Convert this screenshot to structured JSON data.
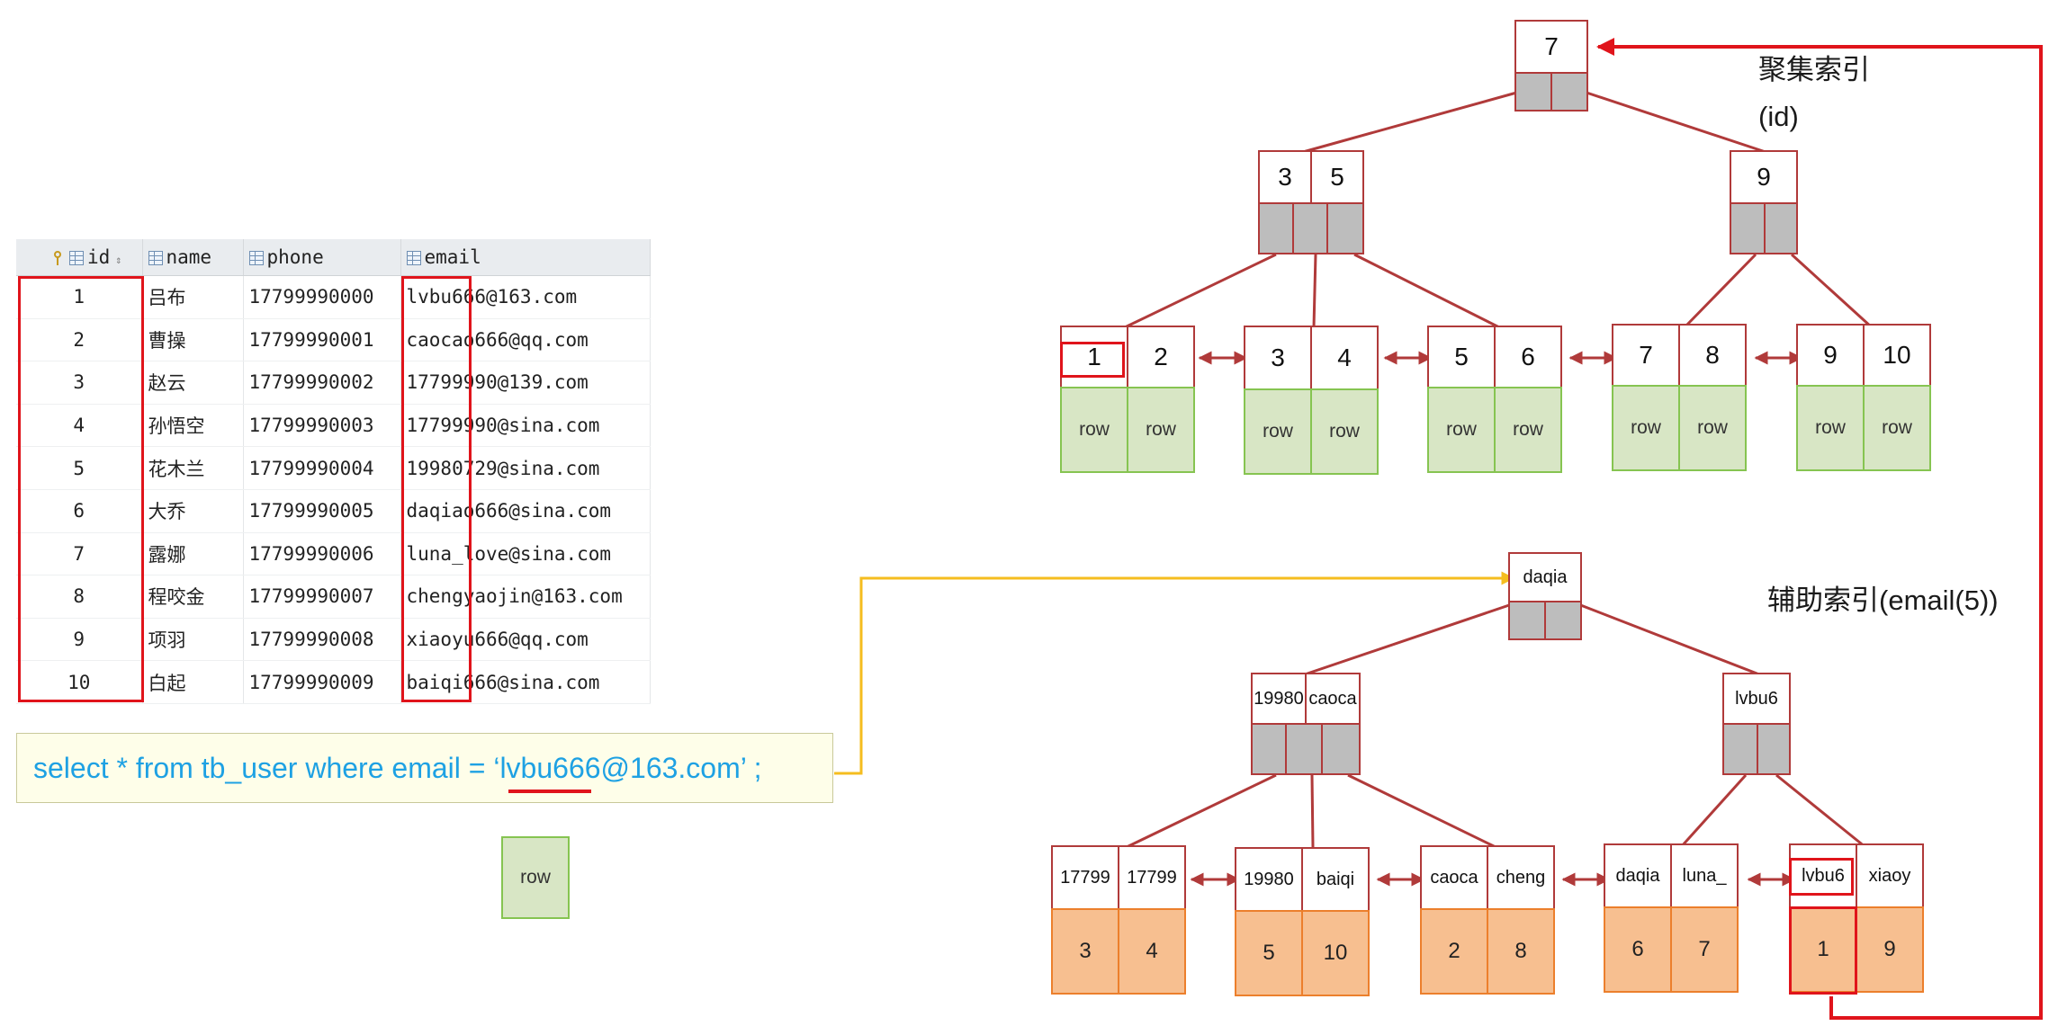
{
  "table": {
    "headers": {
      "id": "id",
      "name": "name",
      "phone": "phone",
      "email": "email"
    },
    "rows": [
      {
        "id": "1",
        "name": "吕布",
        "phone": "17799990000",
        "email": "lvbu666@163.com"
      },
      {
        "id": "2",
        "name": "曹操",
        "phone": "17799990001",
        "email": "caocao666@qq.com"
      },
      {
        "id": "3",
        "name": "赵云",
        "phone": "17799990002",
        "email": "17799990@139.com"
      },
      {
        "id": "4",
        "name": "孙悟空",
        "phone": "17799990003",
        "email": "17799990@sina.com"
      },
      {
        "id": "5",
        "name": "花木兰",
        "phone": "17799990004",
        "email": "19980729@sina.com"
      },
      {
        "id": "6",
        "name": "大乔",
        "phone": "17799990005",
        "email": "daqiao666@sina.com"
      },
      {
        "id": "7",
        "name": "露娜",
        "phone": "17799990006",
        "email": "luna_love@sina.com"
      },
      {
        "id": "8",
        "name": "程咬金",
        "phone": "17799990007",
        "email": "chengyaojin@163.com"
      },
      {
        "id": "9",
        "name": "项羽",
        "phone": "17799990008",
        "email": "xiaoyu666@qq.com"
      },
      {
        "id": "10",
        "name": "白起",
        "phone": "17799990009",
        "email": "baiqi666@sina.com"
      }
    ]
  },
  "sql": {
    "query": "select * from tb_user where email = ‘lvbu666@163.com’ ;"
  },
  "standalone_row": "row",
  "clustered_index": {
    "label": "聚集索引",
    "sublabel": "(id)",
    "root": [
      "7"
    ],
    "level2": [
      [
        "3",
        "5"
      ],
      [
        "9"
      ]
    ],
    "leaves": [
      [
        "1",
        "2"
      ],
      [
        "3",
        "4"
      ],
      [
        "5",
        "6"
      ],
      [
        "7",
        "8"
      ],
      [
        "9",
        "10"
      ]
    ],
    "leaf_value": "row"
  },
  "secondary_index": {
    "label": "辅助索引(email(5))",
    "root": [
      "daqia"
    ],
    "level2": [
      [
        "19980",
        "caoca"
      ],
      [
        "lvbu6"
      ]
    ],
    "leaves": [
      [
        "17799",
        "17799"
      ],
      [
        "19980",
        "baiqi"
      ],
      [
        "caoca",
        "cheng"
      ],
      [
        "daqia",
        "luna_"
      ],
      [
        "lvbu6",
        "xiaoy"
      ]
    ],
    "leaf_ids": [
      [
        "3",
        "4"
      ],
      [
        "5",
        "10"
      ],
      [
        "2",
        "8"
      ],
      [
        "6",
        "7"
      ],
      [
        "1",
        "9"
      ]
    ]
  },
  "colors": {
    "node_border": "#b03a3a",
    "highlight": "#e0141b",
    "flow_arrow": "#f5bd1f",
    "row_fill": "#d8e6c5",
    "id_fill": "#f7bf90",
    "sql_text": "#1ea1e3"
  }
}
